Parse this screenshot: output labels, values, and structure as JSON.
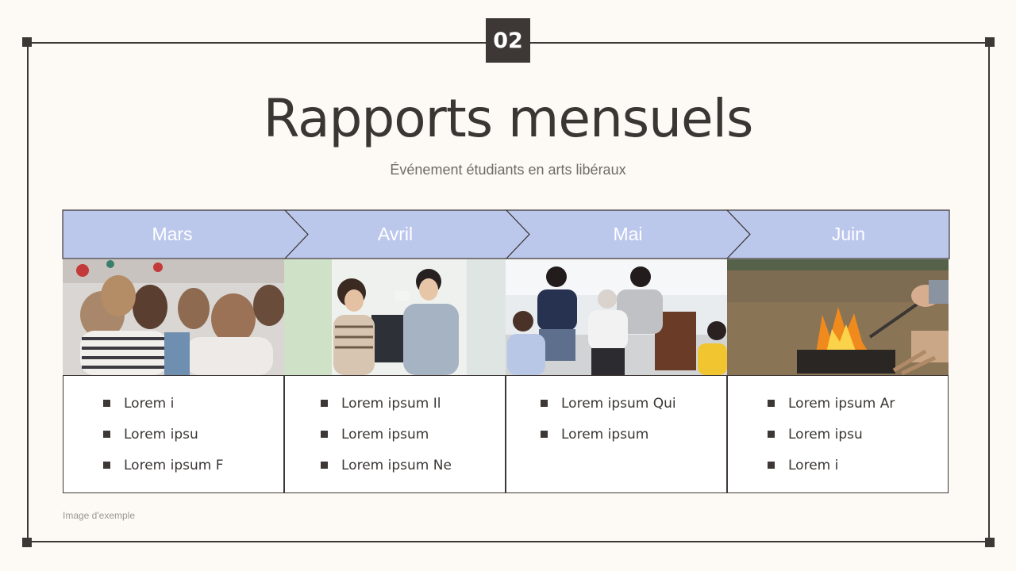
{
  "slide": {
    "number": "02",
    "title": "Rapports mensuels",
    "subtitle": "Événement étudiants en arts libéraux",
    "caption": "Image d'exemple"
  },
  "colors": {
    "background": "#fdf9f5",
    "frame": "#3d3836",
    "header_fill": "#bcc7ec",
    "header_text": "#ffffff"
  },
  "months": [
    {
      "label": "Mars",
      "photo": "students-crowd-photo",
      "items": [
        "Lorem i",
        "Lorem ipsu",
        "Lorem ipsum F"
      ]
    },
    {
      "label": "Avril",
      "photo": "office-conversation-photo",
      "items": [
        "Lorem ipsum Il",
        "Lorem ipsum",
        "Lorem ipsum Ne"
      ]
    },
    {
      "label": "Mai",
      "photo": "group-meeting-photo",
      "items": [
        "Lorem ipsum Qui",
        "Lorem ipsum"
      ]
    },
    {
      "label": "Juin",
      "photo": "campfire-grill-photo",
      "items": [
        "Lorem ipsum Ar",
        "Lorem ipsu",
        "Lorem i"
      ]
    }
  ]
}
